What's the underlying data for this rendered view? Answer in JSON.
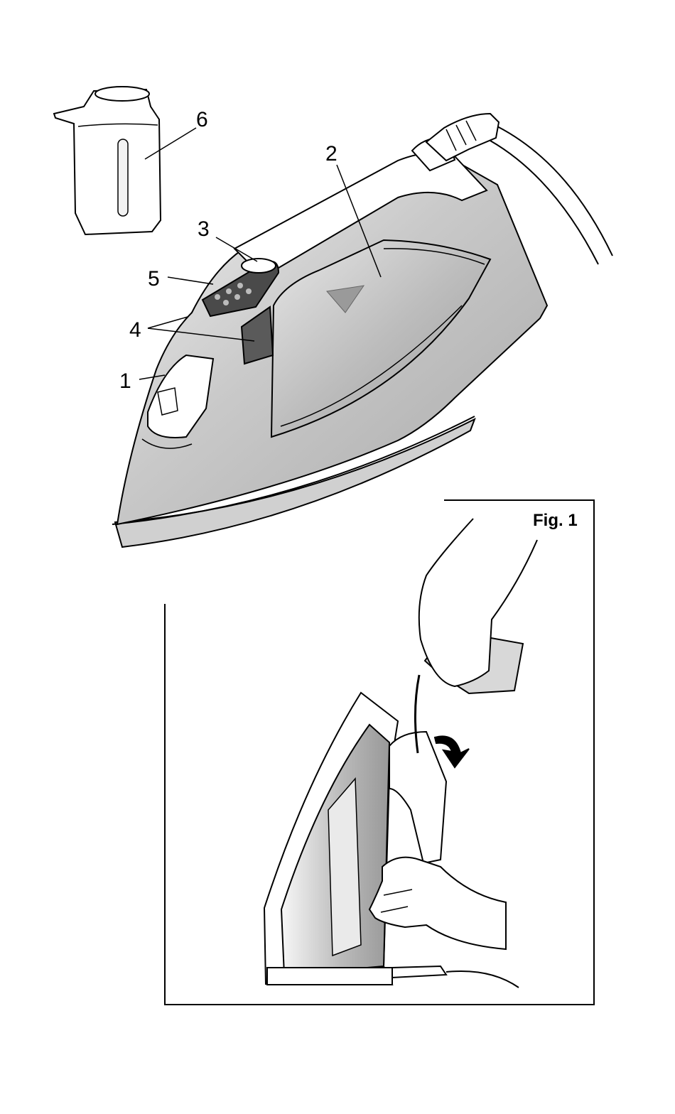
{
  "callouts": {
    "c1": "1",
    "c2": "2",
    "c3": "3",
    "c4": "4",
    "c5": "5",
    "c6": "6"
  },
  "figure": {
    "label": "Fig. 1"
  }
}
